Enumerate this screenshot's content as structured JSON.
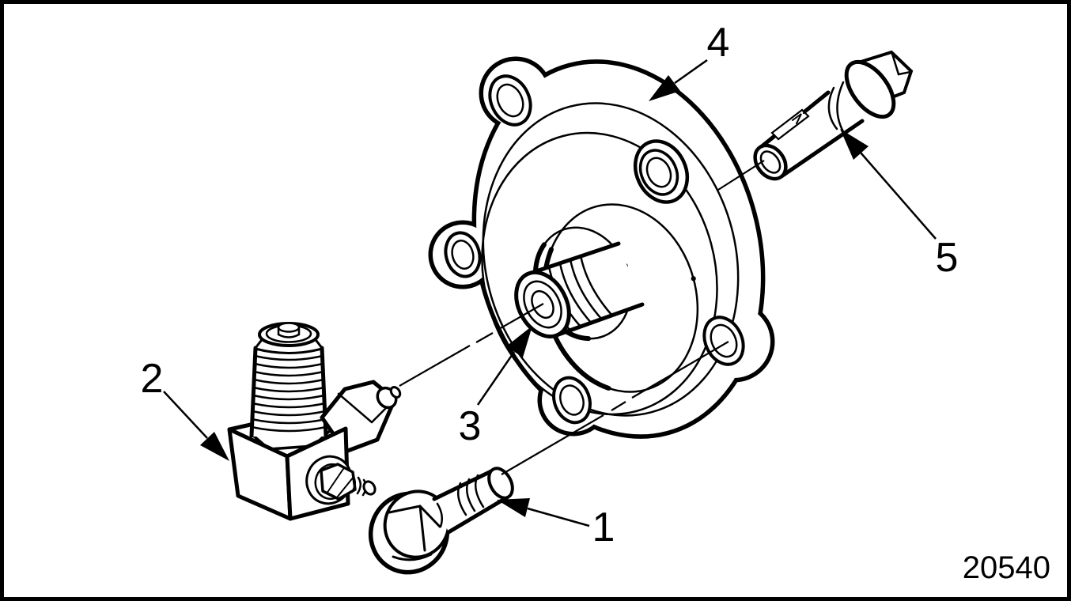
{
  "figure": {
    "background_color": "#ffffff",
    "line_color": "#000000",
    "figure_number": "20540",
    "callouts": [
      {
        "label": "1",
        "target": "lower-flange-bolt"
      },
      {
        "label": "2",
        "target": "valve-fitting-assembly"
      },
      {
        "label": "3",
        "target": "threaded-hub-port"
      },
      {
        "label": "4",
        "target": "adapter-cover-flange"
      },
      {
        "label": "5",
        "target": "upper-flange-bolt"
      }
    ]
  }
}
